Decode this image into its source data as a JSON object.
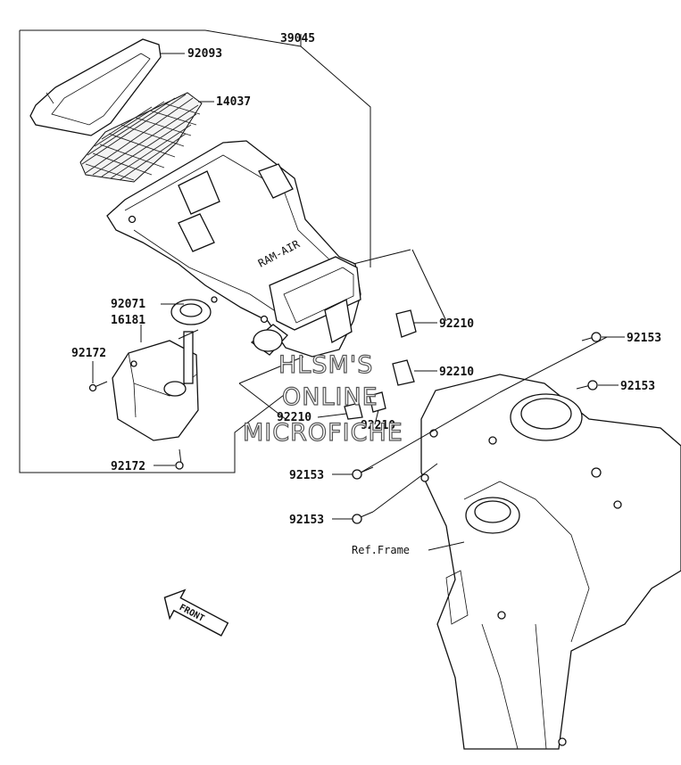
{
  "callouts": {
    "assembly": "39045",
    "vent_cover": "92093",
    "mesh": "14037",
    "grommet": "92071",
    "reservoir": "16181",
    "bolt_left": "92172",
    "bolt_bottom": "92172",
    "clip_upper": "92210",
    "clip_mid": "92210",
    "clip_low_a": "92210",
    "clip_low_b": "92210",
    "bolt_right_top": "92153",
    "bolt_right_mid": "92153",
    "bolt_left_upper": "92153",
    "bolt_left_lower": "92153"
  },
  "duct_marking": "RAM-AIR",
  "ref_label": "Ref.Frame",
  "front_label": "FRONT",
  "watermark": [
    "HLSM'S",
    "ONLINE",
    "MICROFICHE"
  ]
}
